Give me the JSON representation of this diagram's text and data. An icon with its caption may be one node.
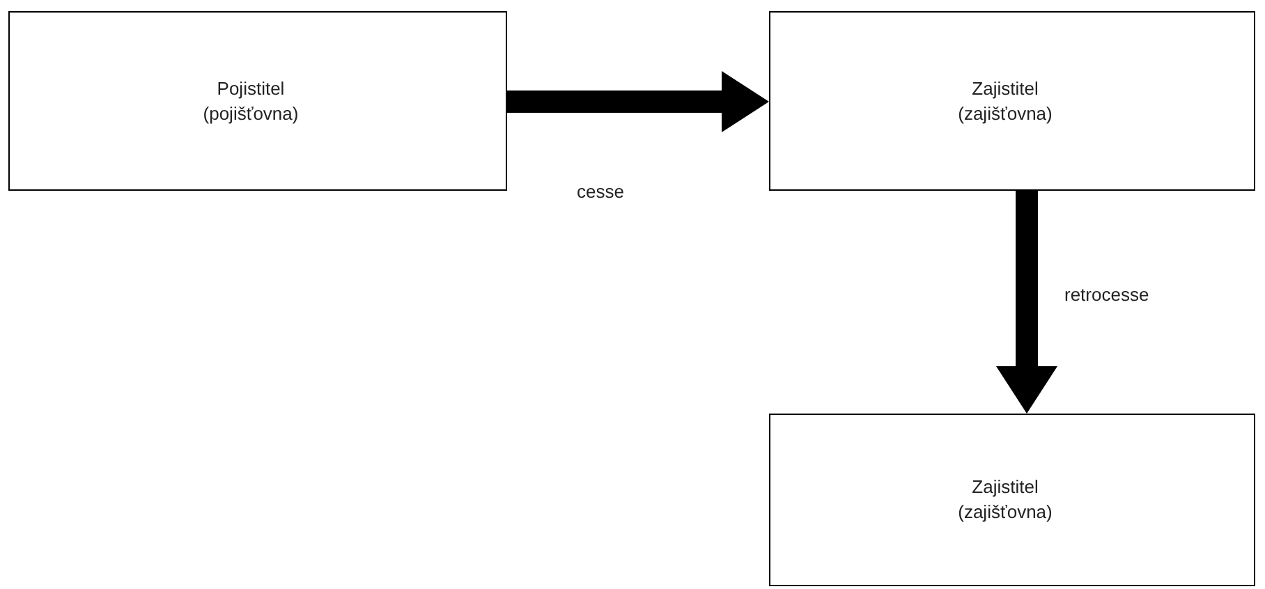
{
  "diagram": {
    "nodes": [
      {
        "text": [
          "Pojistitel",
          "(pojišťovna)"
        ]
      },
      {
        "text": [
          "Zajistitel",
          "(zajišťovna)"
        ]
      },
      {
        "text": [
          "Zajistitel",
          "(zajišťovna)"
        ]
      }
    ],
    "edges": [
      {
        "from": 0,
        "to": 1,
        "arrow": "to",
        "label": "cesse"
      },
      {
        "from": 1,
        "to": 2,
        "arrow": "to",
        "label": "retrocesse"
      }
    ]
  }
}
